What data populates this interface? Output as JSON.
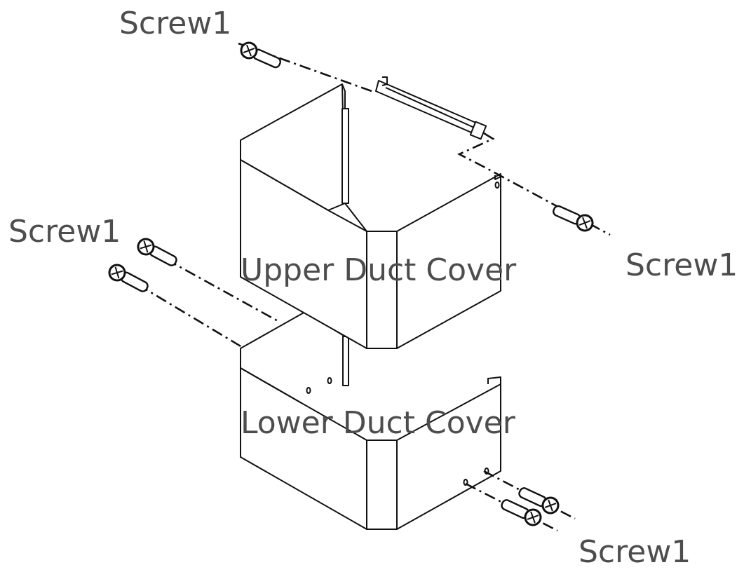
{
  "labels": {
    "upper_duct_cover": "Upper Duct Cover",
    "lower_duct_cover": "Lower Duct Cover",
    "screw_top_left": "Screw1",
    "screw_mid_left": "Screw1",
    "screw_right": "Screw1",
    "screw_bottom_right": "Screw1"
  }
}
